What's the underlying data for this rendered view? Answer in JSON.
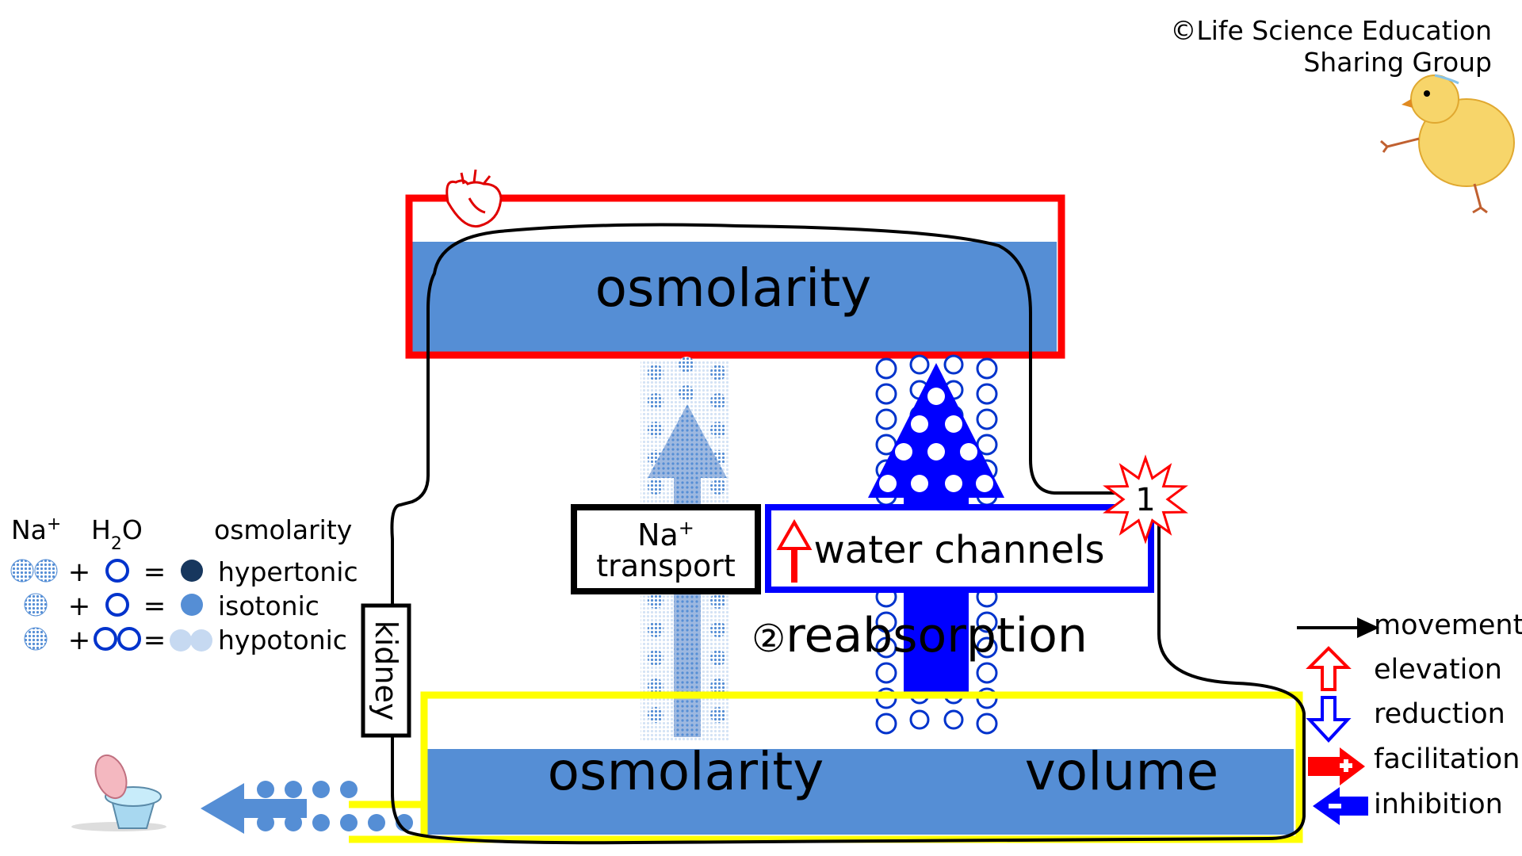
{
  "copyright": {
    "line1": "©Life Science Education",
    "line2": "Sharing Group"
  },
  "blood_box": {
    "label": "osmolarity",
    "border_color": "#ff0000",
    "fill_color": "#558ed5"
  },
  "urine_box": {
    "label_left": "osmolarity",
    "label_right": "volume",
    "border_color": "#ffff00",
    "fill_color": "#558ed5"
  },
  "kidney_label": "kidney",
  "na_transport": {
    "line1_base": "Na",
    "line1_sup": "+",
    "line2": "transport"
  },
  "water_channels": {
    "label": "water channels",
    "border_color": "#0000ff"
  },
  "reabsorption": {
    "marker": "②",
    "label": "reabsorption"
  },
  "burst_number": "1",
  "legend_left": {
    "header_na_base": "Na",
    "header_na_sup": "+",
    "header_h2o_base": "H",
    "header_h2o_sub": "2",
    "header_h2o_end": "O",
    "header_osmo": "osmolarity",
    "plus": "+",
    "equals": "=",
    "rows": [
      {
        "label": "hypertonic"
      },
      {
        "label": "isotonic"
      },
      {
        "label": "hypotonic"
      }
    ],
    "colors": {
      "na": "#558ed5",
      "h2o": "#0033cc",
      "hypertonic": "#17375e",
      "isotonic": "#558ed5",
      "hypotonic": "#c6d9f1"
    }
  },
  "legend_right": {
    "items": [
      {
        "icon": "black-right-arrow-icon",
        "label": "movement"
      },
      {
        "icon": "red-outline-up-arrow-icon",
        "label": "elevation"
      },
      {
        "icon": "blue-outline-down-arrow-icon",
        "label": "reduction"
      },
      {
        "icon": "red-plus-arrow-icon",
        "label": "facilitation"
      },
      {
        "icon": "blue-minus-arrow-icon",
        "label": "inhibition"
      }
    ],
    "colors": {
      "movement": "#000000",
      "elevation": "#ff0000",
      "reduction": "#0000ff",
      "facilitation": "#ff0000",
      "inhibition": "#0000ff"
    }
  },
  "icons": {
    "heart": "heart-icon",
    "toilet": "toilet-icon",
    "chick": "chick-icon",
    "burst": "burst-icon"
  }
}
